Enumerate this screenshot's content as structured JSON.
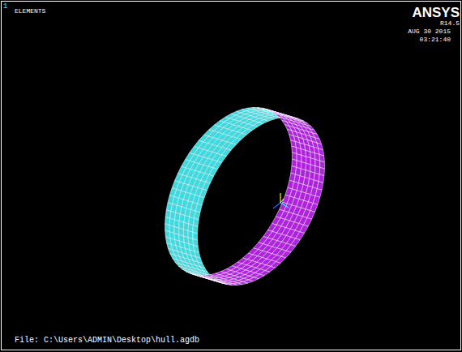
{
  "diagram": {
    "labels": [
      "1",
      "ELEMENTS",
      "ANSYS",
      "R14.5",
      "AUG 30 2015",
      "03:21:40",
      "File: C:\\Users\\ADMIN\\Desktop\\hull.agdb"
    ]
  }
}
